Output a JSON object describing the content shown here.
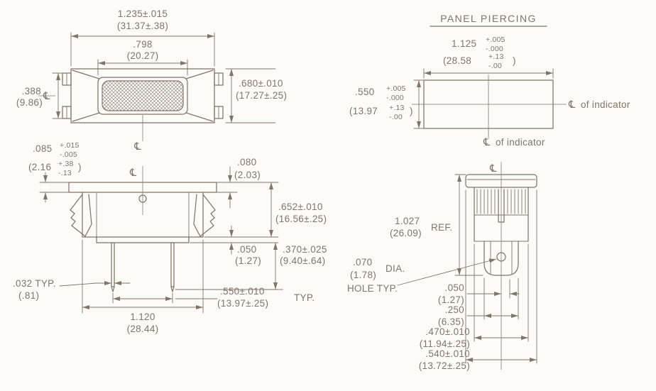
{
  "theme": {
    "ink": "#81756a",
    "bg": "#fcfbf7"
  },
  "front_view": {
    "overall_width_in": "1.235±.015",
    "overall_width_mm": "(31.37±.38)",
    "lens_width_in": ".798",
    "lens_width_mm": "(20.27)",
    "clip_span_in": ".388",
    "clip_span_mm": "(9.86)",
    "overall_height_in": ".680±.010",
    "overall_height_mm": "(17.27±.25)",
    "cl": "℄"
  },
  "panel_piercing": {
    "title": "PANEL PIERCING",
    "width_in": "1.125",
    "width_tol_p": "+.005",
    "width_tol_m": "-.000",
    "width_mm": "(28.58",
    "width_mm_tol_p": "+.13",
    "width_mm_tol_m": "-.00",
    "height_in": ".550",
    "height_tol_p": "+.005",
    "height_tol_m": "-.000",
    "height_mm": "(13.97",
    "height_mm_tol_p": "+.13",
    "height_mm_tol_m": "-.00",
    "paren": ")",
    "cl": "℄",
    "cl_of_indicator": "of indicator"
  },
  "side_view": {
    "flange_in": ".085",
    "flange_tol_p": "+.015",
    "flange_tol_m": "-.005",
    "flange_mm": "(2.16",
    "flange_mm_tol_p": "+.38",
    "flange_mm_tol_m": "-.13",
    "paren": ")",
    "cl": "℄",
    "step_in": ".080",
    "step_mm": "(2.03)",
    "body_in": ".652±.010",
    "body_mm": "(16.56±.25)",
    "gap_in": ".050",
    "gap_mm": "(1.27)",
    "terminal_in": ".370±.025",
    "terminal_mm": "(9.40±.64)",
    "pin_thickness_in": ".032 TYP.",
    "pin_thickness_mm": "(.81)",
    "pin_spacing_in": ".550±.010",
    "pin_spacing_mm": "(13.97±.25)",
    "pin_spacing_typ": "TYP.",
    "width_in": "1.120",
    "width_mm": "(28.44)"
  },
  "end_view": {
    "cl": "℄",
    "height_in": "1.027",
    "height_mm": "(26.09)",
    "height_ref": "REF.",
    "hole_in": ".070",
    "hole_mm": "(1.78)",
    "hole_dia": "DIA.",
    "hole_label": "HOLE TYP.",
    "dim1_in": ".050",
    "dim1_mm": "(1.27)",
    "dim2_in": ".250",
    "dim2_mm": "(6.35)",
    "dim3_in": ".470±.010",
    "dim3_mm": "(11.94±.25)",
    "dim4_in": ".540±.010",
    "dim4_mm": "(13.72±.25)"
  }
}
